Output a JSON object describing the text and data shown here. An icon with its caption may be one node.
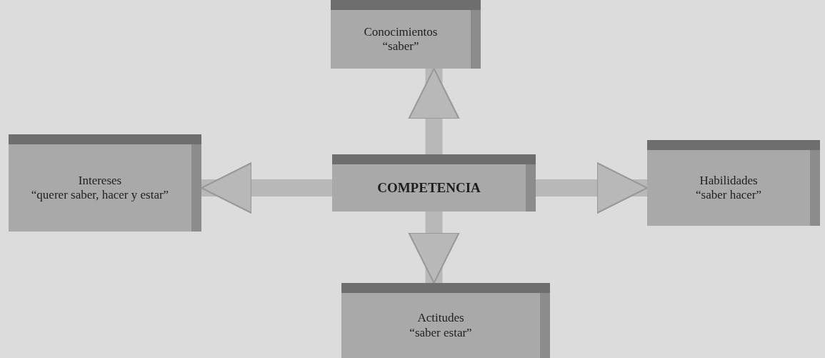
{
  "diagram": {
    "nodes": [
      {
        "text": [
          "Conocimientos",
          "“saber”"
        ]
      },
      {
        "text": [
          "Intereses",
          "“querer saber, hacer y estar”"
        ]
      },
      {
        "text": [
          "COMPETENCIA"
        ]
      },
      {
        "text": [
          "Habilidades",
          "“saber hacer”"
        ]
      },
      {
        "text": [
          "Actitudes",
          "“saber estar”"
        ]
      }
    ],
    "edges": [
      {
        "from": 2,
        "to": 0,
        "arrow": "to"
      },
      {
        "from": 2,
        "to": 1,
        "arrow": "to"
      },
      {
        "from": 2,
        "to": 3,
        "arrow": "to"
      },
      {
        "from": 2,
        "to": 4,
        "arrow": "to"
      }
    ]
  }
}
